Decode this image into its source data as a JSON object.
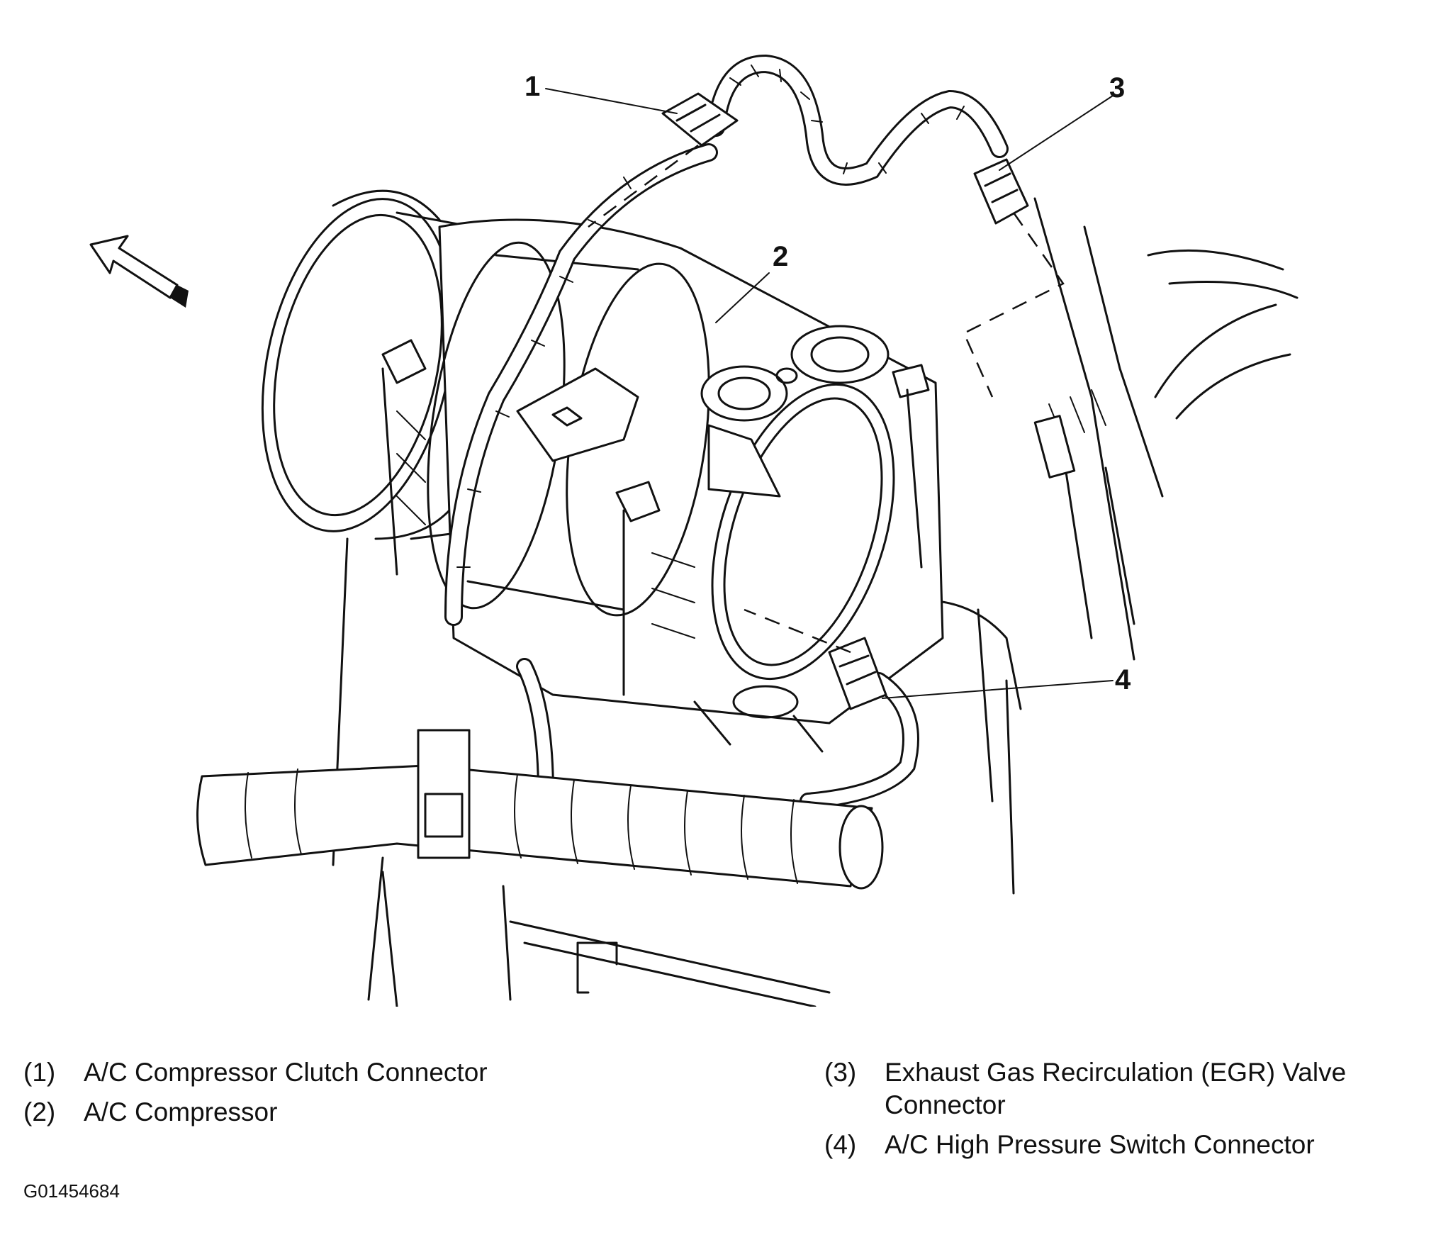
{
  "callouts": [
    "1",
    "2",
    "3",
    "4"
  ],
  "legend": [
    {
      "num": "(1)",
      "text": "A/C Compressor Clutch Connector"
    },
    {
      "num": "(2)",
      "text": "A/C Compressor"
    },
    {
      "num": "(3)",
      "text": "Exhaust Gas Recirculation (EGR) Valve Connector"
    },
    {
      "num": "(4)",
      "text": "A/C High Pressure Switch Connector"
    }
  ],
  "figure_id": "G01454684"
}
